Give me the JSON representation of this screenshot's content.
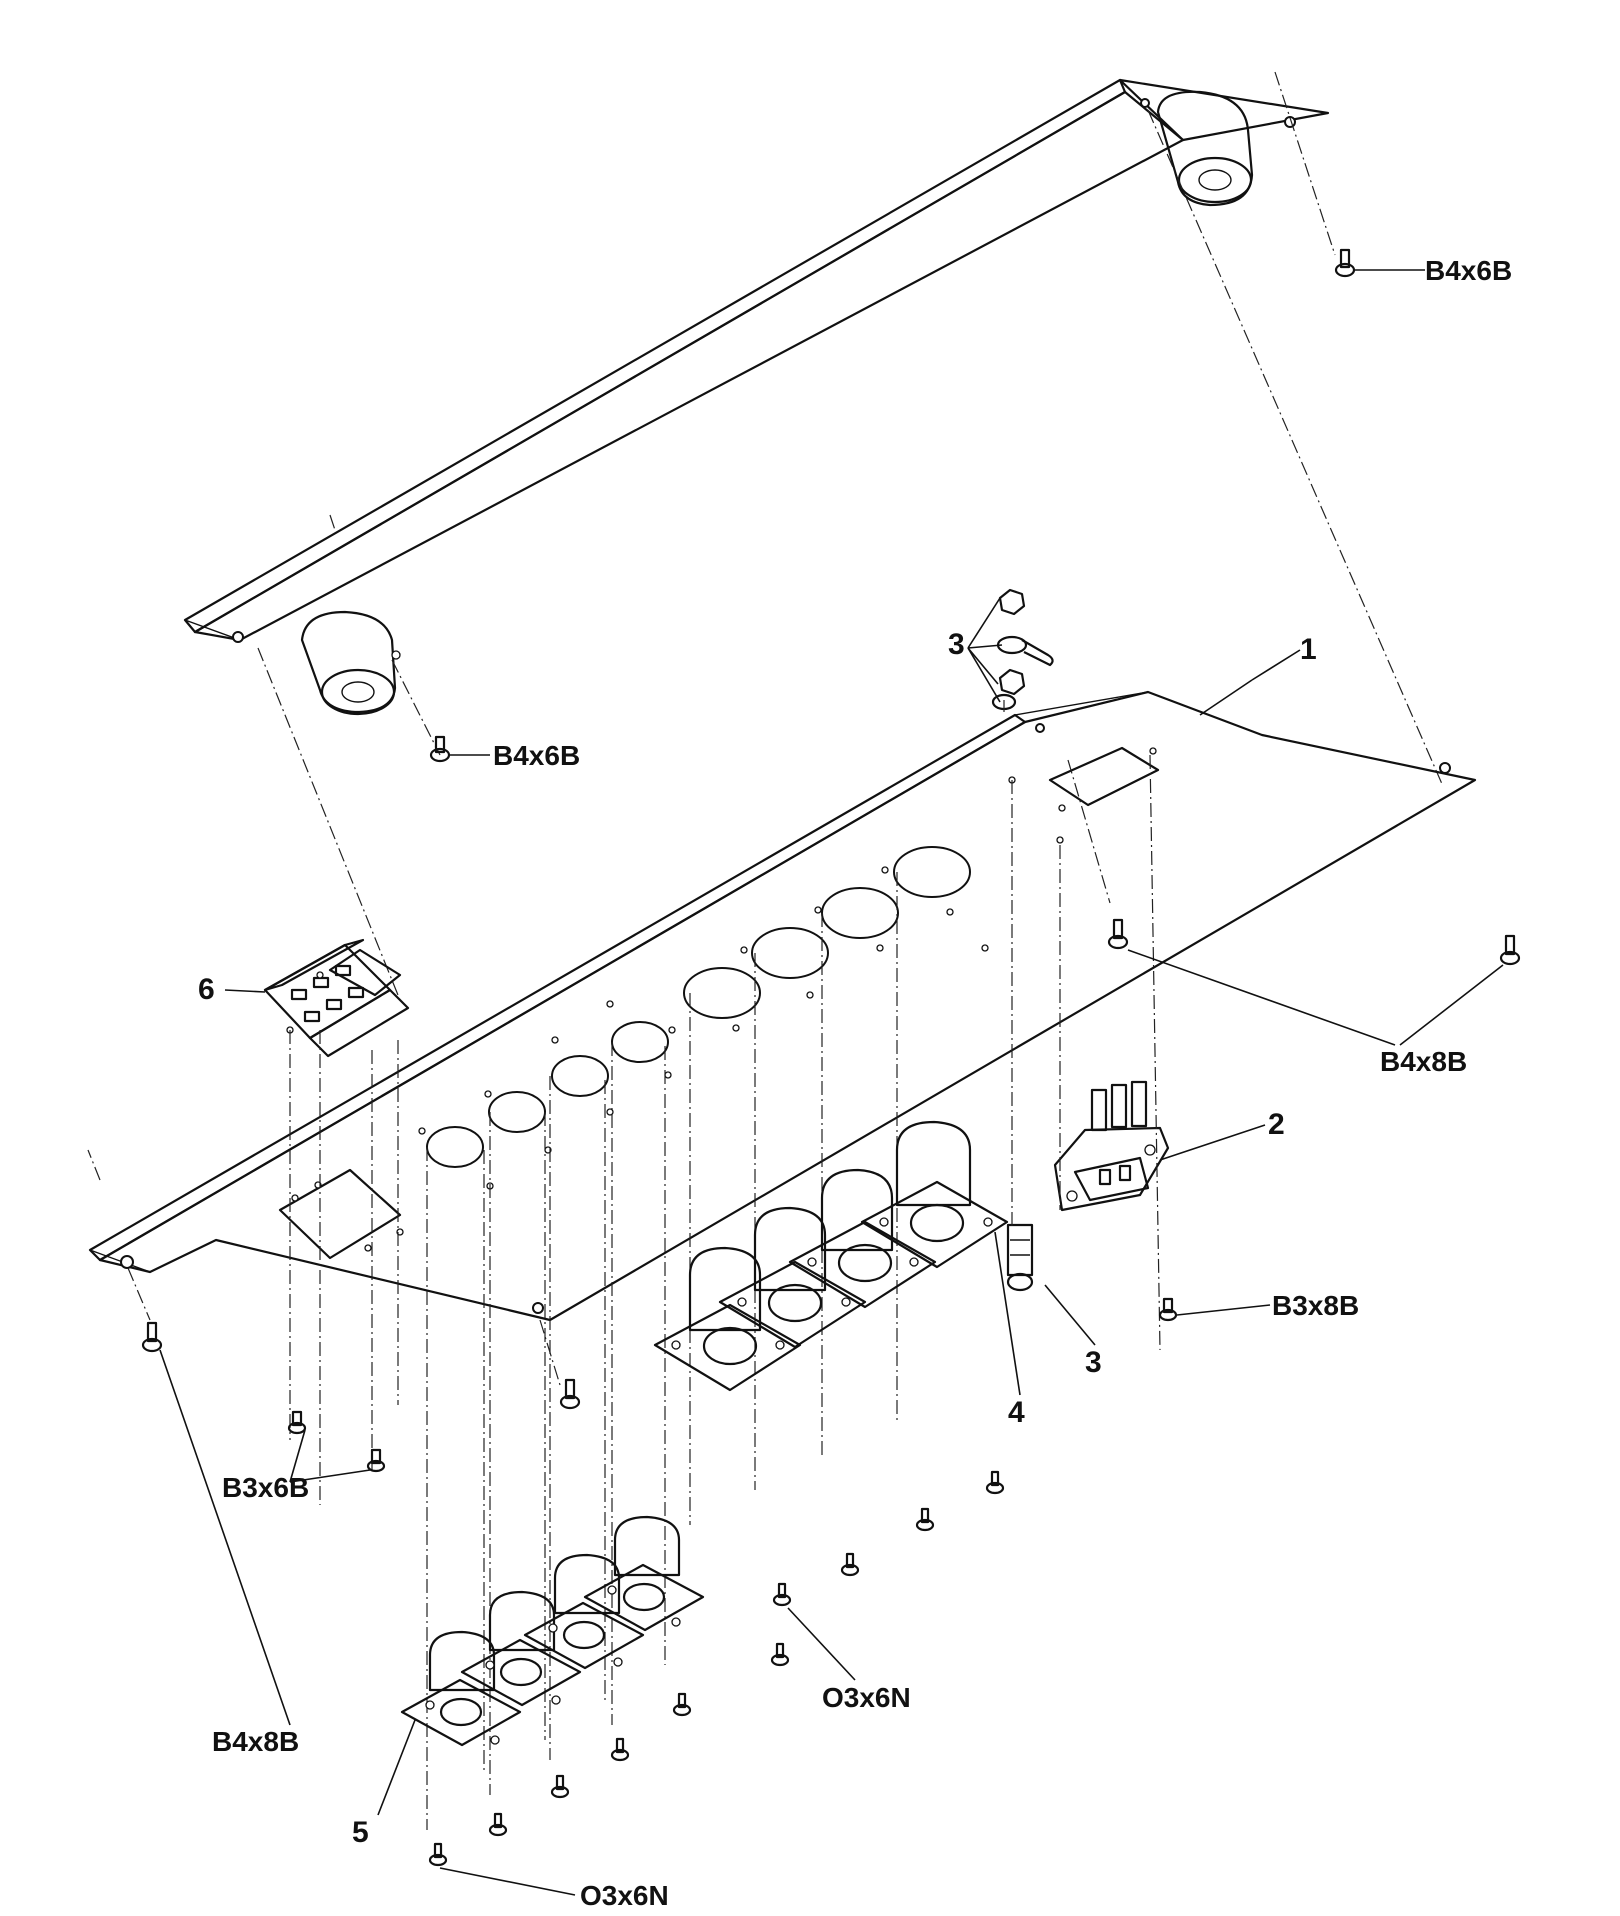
{
  "labels": {
    "screw_b4x6b_top": "B4x6B",
    "screw_b4x6b_mid": "B4x6B",
    "screw_b4x8b_right": "B4x8B",
    "screw_b4x8b_left": "B4x8B",
    "screw_b3x8b": "B3x8B",
    "screw_b3x6b": "B3x6B",
    "screw_o3x6n_mid": "O3x6N",
    "screw_o3x6n_bottom": "O3x6N",
    "part_1": "1",
    "part_2": "2",
    "part_3_top": "3",
    "part_3_right": "3",
    "part_4": "4",
    "part_5": "5",
    "part_6": "6"
  }
}
